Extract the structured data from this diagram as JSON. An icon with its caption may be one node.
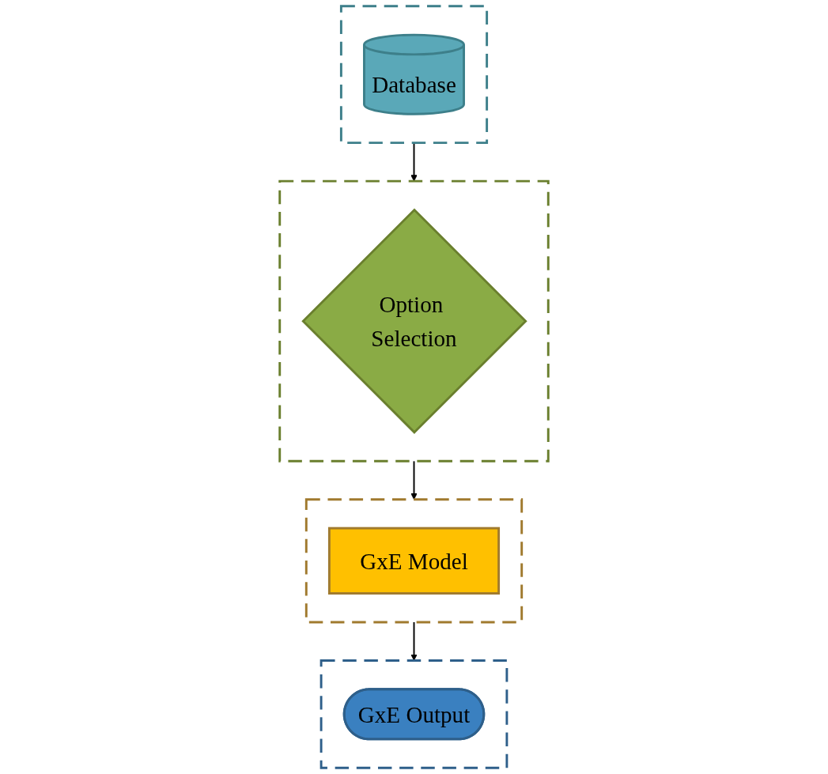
{
  "diagram": {
    "nodes": [
      {
        "text": [],
        "shape": "box"
      },
      {
        "text": [
          "Database"
        ],
        "in": 0
      },
      {
        "text": [],
        "shape": "box"
      },
      {
        "text": [
          "Option Selection"
        ],
        "in": 2
      },
      {
        "text": [],
        "shape": "box"
      },
      {
        "text": [
          "GxE Model"
        ],
        "in": 4
      },
      {
        "text": [],
        "shape": "box"
      },
      {
        "text": [
          "GxE Output"
        ],
        "in": 6
      }
    ],
    "edges": [
      {
        "from": 0,
        "to": 2,
        "arrow": "to"
      },
      {
        "from": 2,
        "to": 4,
        "arrow": "to"
      },
      {
        "from": 4,
        "to": 6,
        "arrow": "to"
      }
    ]
  }
}
